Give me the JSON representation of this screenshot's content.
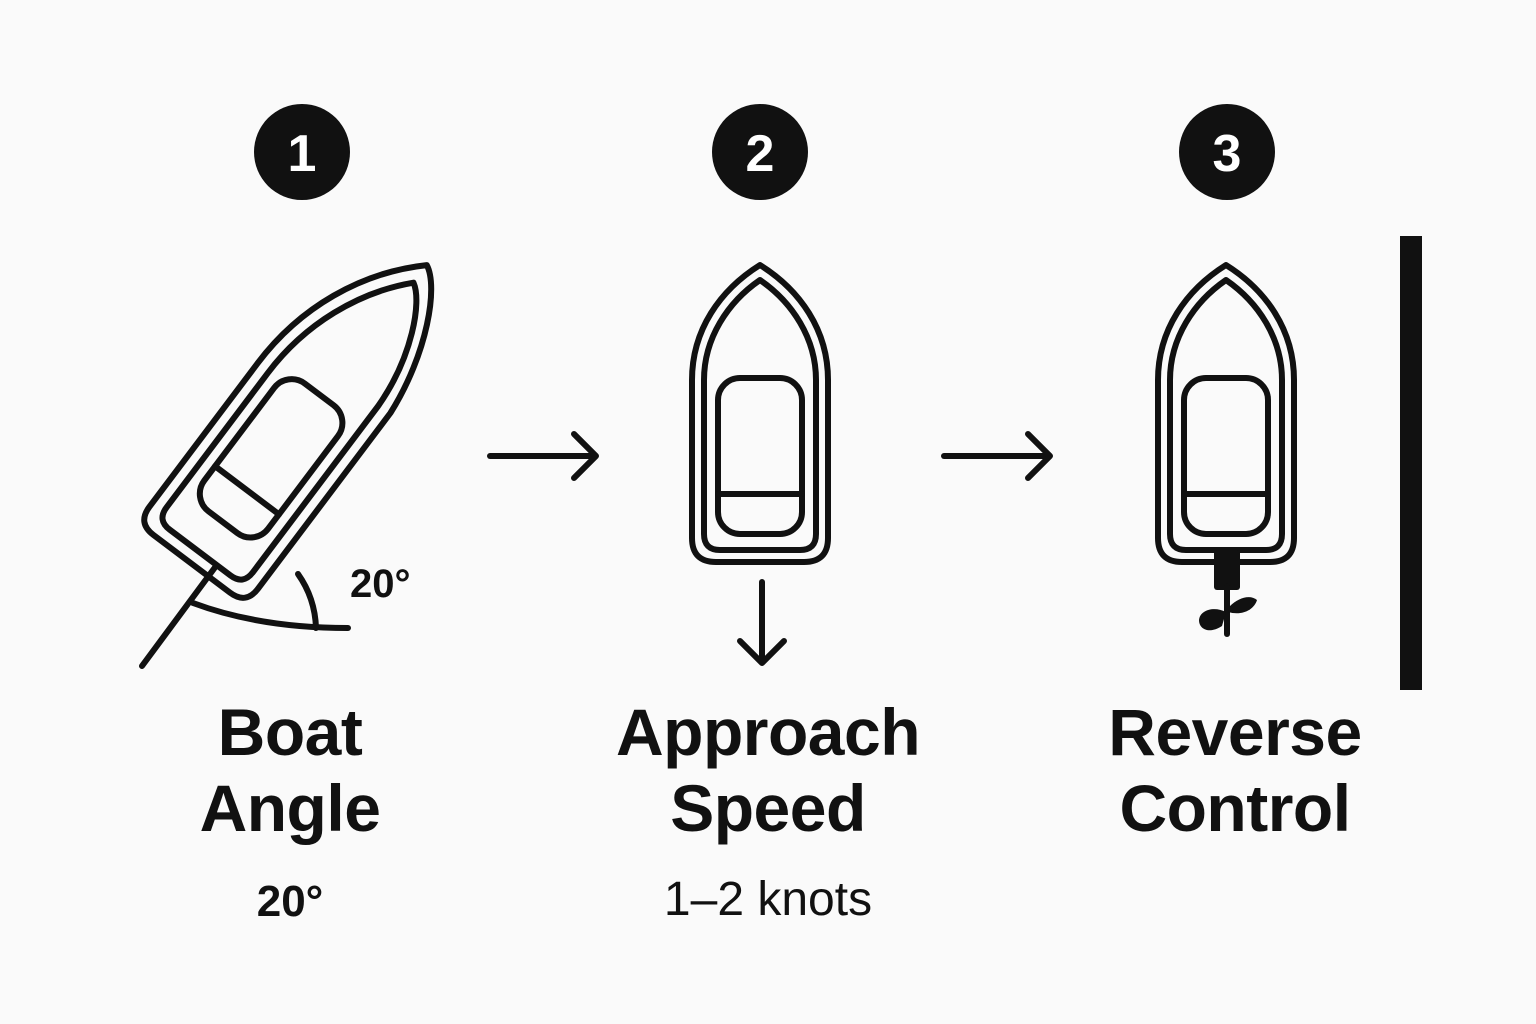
{
  "steps": [
    {
      "number": "1",
      "title": "Boat\nAngle",
      "angle_label": "20°",
      "value": "20°",
      "icon": "angled-boat-icon"
    },
    {
      "number": "2",
      "title": "Approach\nSpeed",
      "value": "1–2 knots",
      "icon": "boat-forward-icon"
    },
    {
      "number": "3",
      "title": "Reverse\nControl",
      "icon": "boat-reverse-propeller-icon"
    }
  ],
  "colors": {
    "ink": "#111111",
    "background": "#fafafa",
    "badge_text": "#ffffff"
  }
}
